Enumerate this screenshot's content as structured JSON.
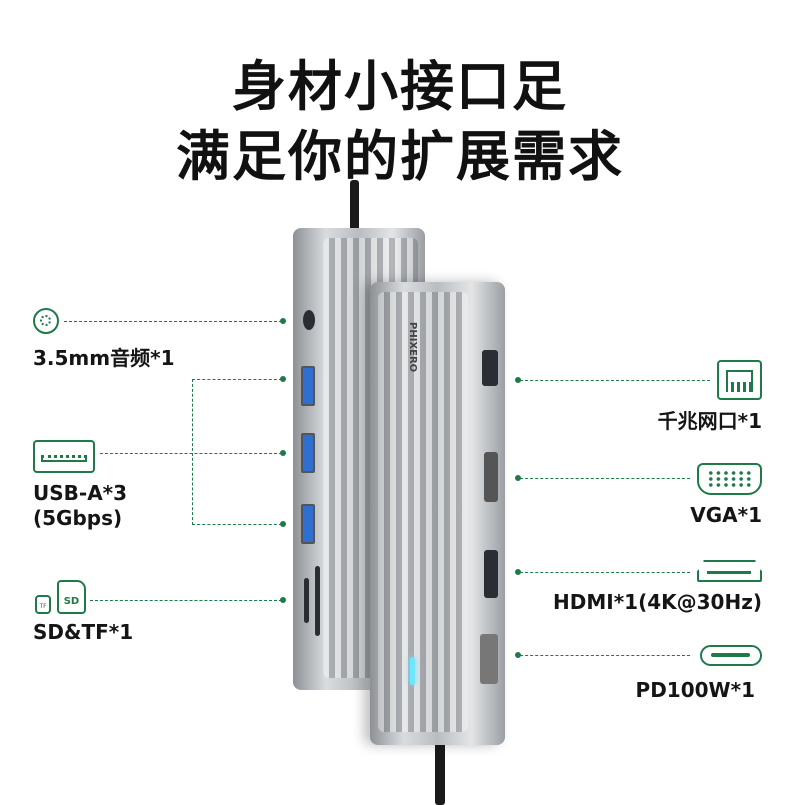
{
  "title": {
    "line1": "身材小接口足",
    "line2": "满足你的扩展需求"
  },
  "device": {
    "logo": "PHIXERO"
  },
  "left_ports": [
    {
      "label": "3.5mm音频*1",
      "icon": "audio-jack-icon"
    },
    {
      "label": "USB-A*3",
      "sublabel": "(5Gbps)",
      "icon": "usb-a-icon"
    },
    {
      "label": "SD&TF*1",
      "icon": "sd-tf-card-icon",
      "tf_text": "TF",
      "sd_text": "SD"
    }
  ],
  "right_ports": [
    {
      "label": "千兆网口*1",
      "icon": "ethernet-icon"
    },
    {
      "label": "VGA*1",
      "icon": "vga-icon"
    },
    {
      "label": "HDMI*1(4K@30Hz)",
      "icon": "hdmi-icon"
    },
    {
      "label": "PD100W*1",
      "icon": "usb-c-icon"
    }
  ],
  "colors": {
    "accent": "#1f7a4a",
    "text": "#151515",
    "device": "#b9bdc1"
  }
}
